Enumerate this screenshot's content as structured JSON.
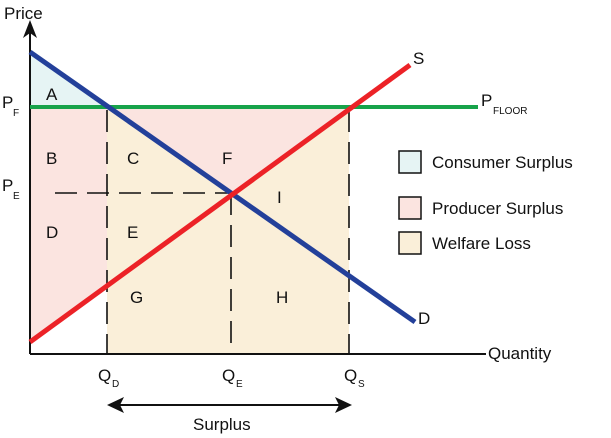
{
  "axes": {
    "y_label": "Price",
    "x_label": "Quantity"
  },
  "price_labels": {
    "floor": {
      "main": "P",
      "sub": "F"
    },
    "equilibrium": {
      "main": "P",
      "sub": "E"
    }
  },
  "quantity_labels": {
    "demanded": {
      "main": "Q",
      "sub": "D"
    },
    "equilibrium": {
      "main": "Q",
      "sub": "E"
    },
    "supplied": {
      "main": "Q",
      "sub": "S"
    }
  },
  "curves": {
    "supply": "S",
    "demand": "D",
    "floor": {
      "main": "P",
      "sub": "FLOOR"
    }
  },
  "regions": [
    "A",
    "B",
    "C",
    "D",
    "E",
    "F",
    "G",
    "H",
    "I"
  ],
  "legend": [
    {
      "label": "Consumer Surplus",
      "color": "#e6f4f4"
    },
    {
      "label": "Producer Surplus",
      "color": "#fbe4e0"
    },
    {
      "label": "Welfare Loss",
      "color": "#faefd9"
    }
  ],
  "surplus_label": "Surplus",
  "colors": {
    "supply": "#ec2227",
    "demand": "#23409a",
    "floor": "#17a34a"
  }
}
